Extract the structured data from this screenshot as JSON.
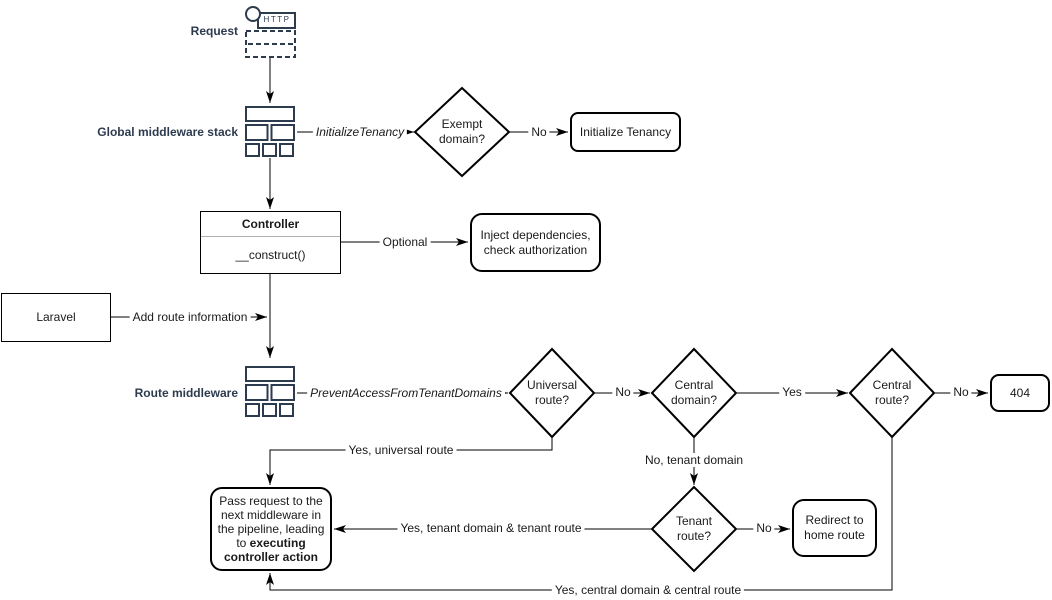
{
  "diagram": {
    "colors": {
      "icon_accent": "#2d3b4e",
      "shape_stroke": "#000000",
      "background": "#ffffff"
    },
    "side_labels": {
      "request": "Request",
      "global_middleware": "Global middleware stack",
      "route_middleware": "Route middleware"
    },
    "request_icon": {
      "protocol": "HTTP"
    },
    "nodes": {
      "exempt_domain": "Exempt domain?",
      "initialize_tenancy": "Initialize Tenancy",
      "controller_title": "Controller",
      "controller_method": "__construct()",
      "inject_dependencies": "Inject dependencies, check authorization",
      "laravel": "Laravel",
      "universal_route": "Universal route?",
      "central_domain": "Central domain?",
      "central_route": "Central route?",
      "not_found": "404",
      "tenant_route": "Tenant route?",
      "redirect_home": "Redirect to home route",
      "pass_request_text": "Pass request to the next middleware in the pipeline, leading to ",
      "pass_request_bold": "executing controller action"
    },
    "edge_labels": {
      "initialize_tenancy_mw": "InitializeTenancy",
      "exempt_no": "No",
      "optional": "Optional",
      "add_route_information": "Add route information",
      "prevent_access_mw": "PreventAccessFromTenantDomains",
      "universal_no": "No",
      "central_domain_yes": "Yes",
      "central_route_no": "No",
      "universal_yes": "Yes, universal route",
      "central_domain_no": "No, tenant domain",
      "tenant_no": "No",
      "tenant_yes": "Yes, tenant domain & tenant route",
      "central_route_yes": "Yes, central domain & central route"
    }
  }
}
